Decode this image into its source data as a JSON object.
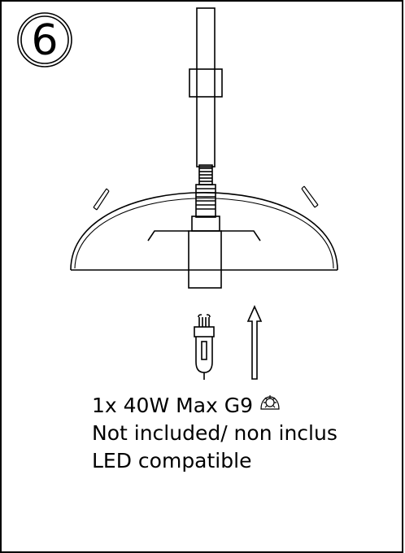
{
  "step": {
    "number": "6"
  },
  "bulb_info": {
    "line1": "1x 40W Max G9",
    "line2": "Not included/ non inclus",
    "line3": "LED compatible"
  },
  "icons": {
    "step_badge": "circled-number-icon",
    "bulb": "g9-bulb-icon",
    "arrow": "insert-up-arrow-icon",
    "light": "light-bulb-symbol-icon",
    "fixture": "pendant-lamp-shade-drawing"
  },
  "colors": {
    "line": "#000000",
    "background": "#ffffff"
  }
}
